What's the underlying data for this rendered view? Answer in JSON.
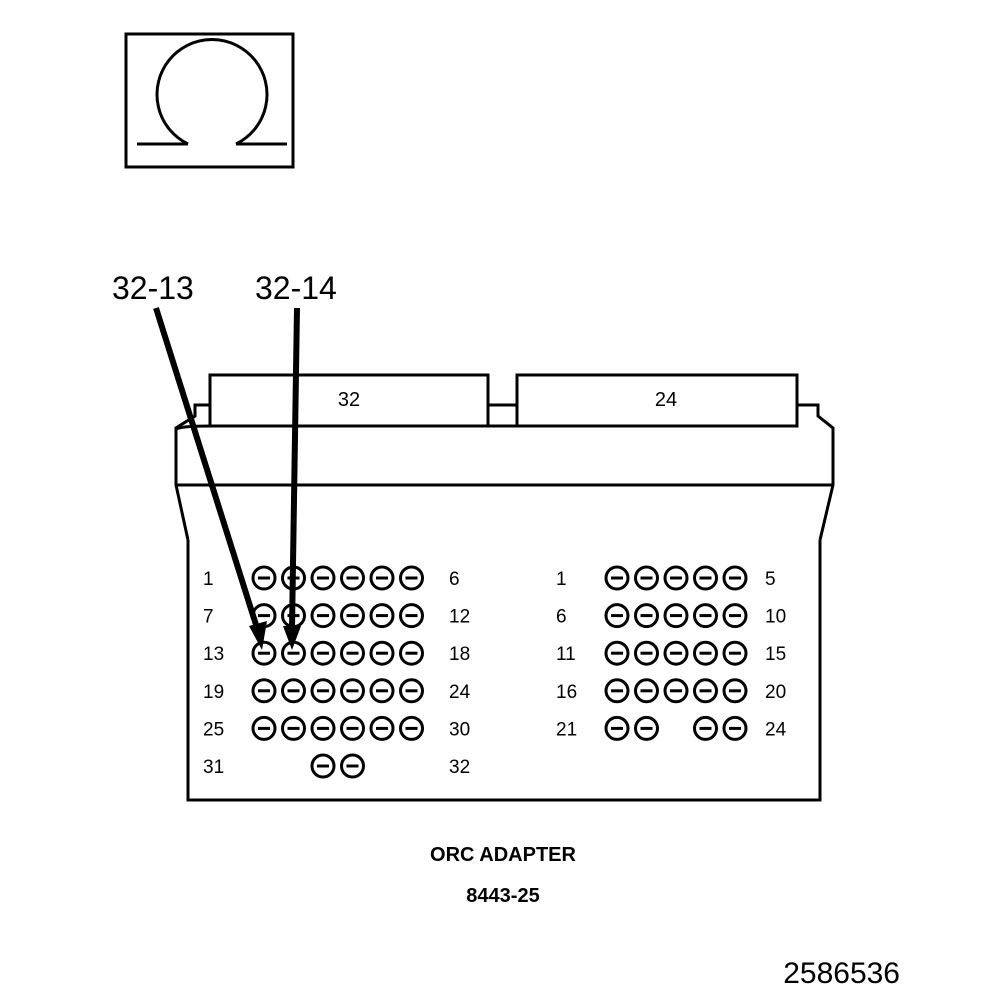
{
  "symbol": {
    "name": "ohm-icon",
    "glyph": "Ω"
  },
  "callouts": [
    "32-13",
    "32-14"
  ],
  "connectors": [
    {
      "label": "32",
      "rows": [
        {
          "left": "1",
          "right": "6",
          "pins": [
            1,
            1,
            1,
            1,
            1,
            1
          ]
        },
        {
          "left": "7",
          "right": "12",
          "pins": [
            1,
            1,
            1,
            1,
            1,
            1
          ]
        },
        {
          "left": "13",
          "right": "18",
          "pins": [
            1,
            1,
            1,
            1,
            1,
            1
          ]
        },
        {
          "left": "19",
          "right": "24",
          "pins": [
            1,
            1,
            1,
            1,
            1,
            1
          ]
        },
        {
          "left": "25",
          "right": "30",
          "pins": [
            1,
            1,
            1,
            1,
            1,
            1
          ]
        },
        {
          "left": "31",
          "right": "32",
          "pins": [
            0,
            0,
            1,
            1,
            0,
            0
          ]
        }
      ]
    },
    {
      "label": "24",
      "rows": [
        {
          "left": "1",
          "right": "5",
          "pins": [
            1,
            1,
            1,
            1,
            1
          ]
        },
        {
          "left": "6",
          "right": "10",
          "pins": [
            1,
            1,
            1,
            1,
            1
          ]
        },
        {
          "left": "11",
          "right": "15",
          "pins": [
            1,
            1,
            1,
            1,
            1
          ]
        },
        {
          "left": "16",
          "right": "20",
          "pins": [
            1,
            1,
            1,
            1,
            1
          ]
        },
        {
          "left": "21",
          "right": "24",
          "pins": [
            1,
            1,
            0,
            1,
            1
          ]
        }
      ]
    }
  ],
  "caption": {
    "title": "ORC ADAPTER",
    "part_number": "8443-25"
  },
  "figure_id": "2586536"
}
